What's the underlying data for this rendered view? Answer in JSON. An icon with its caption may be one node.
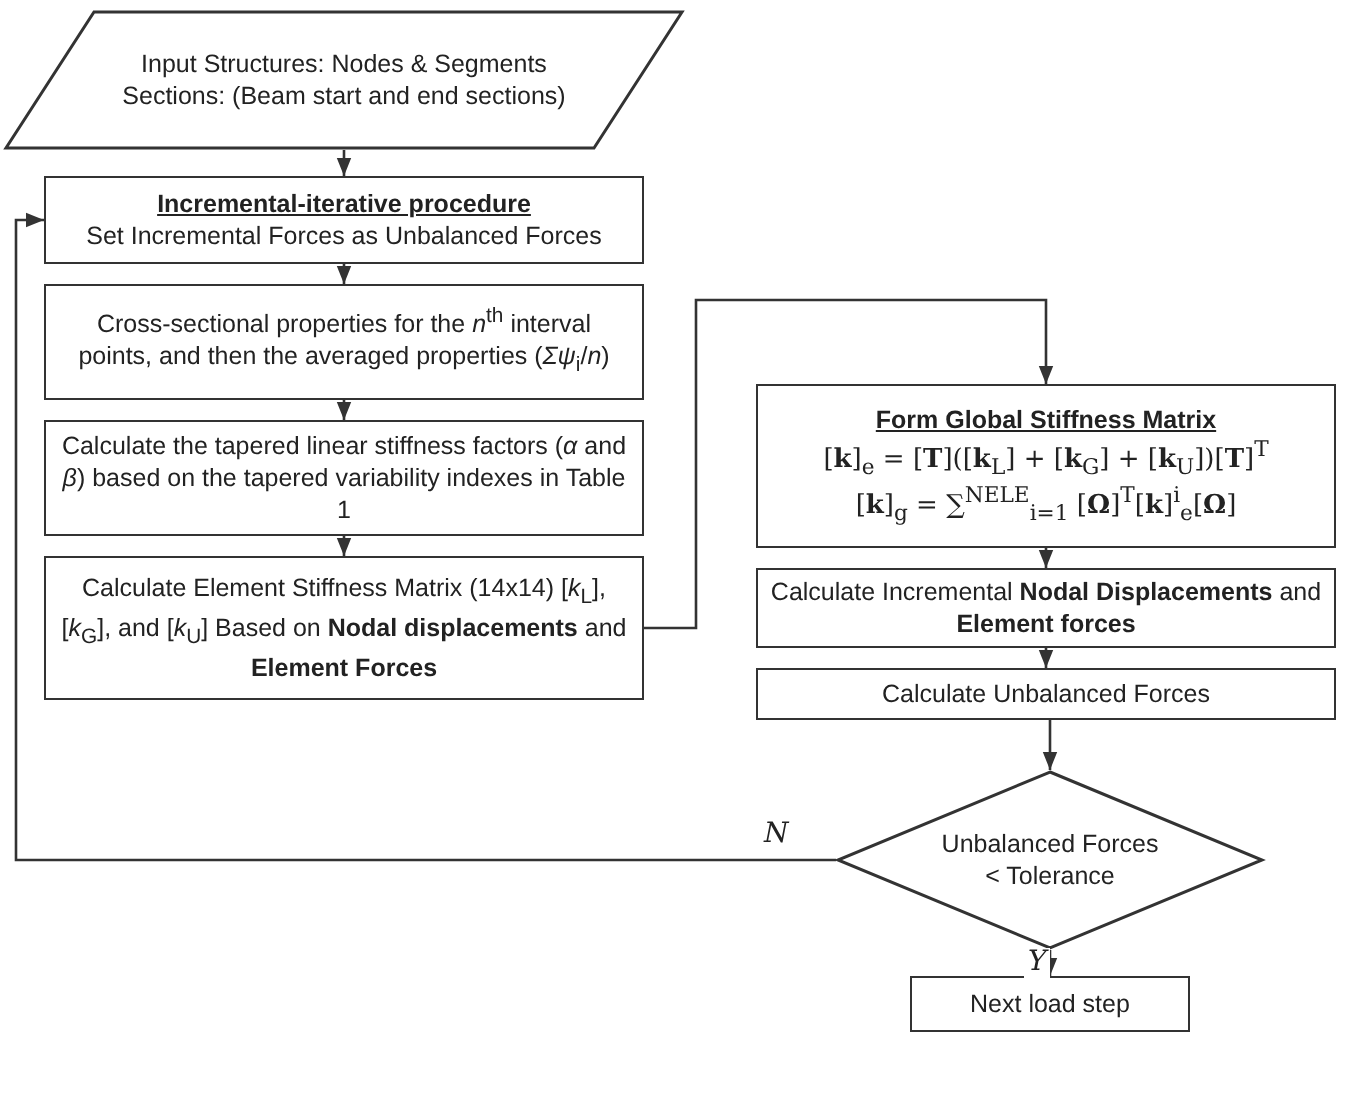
{
  "diagram": {
    "nodes": [
      {
        "text": [
          "Input Structures: Nodes & Segments Sections: (Beam start and end sections)"
        ]
      },
      {
        "text": [
          "Incremental-iterative procedure",
          "Set Incremental Forces as Unbalanced Forces"
        ]
      },
      {
        "text": [
          "Cross-sectional properties for the *n*$^{th}$ interval points, and then the averaged properties (*Σψ*$_{i}$/*n*)"
        ]
      },
      {
        "text": [
          "Calculate the tapered linear stiffness factors (*α* and *β*) based on the tapered variability indexes in Table 1"
        ]
      },
      {
        "text": [
          "Calculate Element Stiffness Matrix (14x14) [*k*$_{L}$], [*k*$_{G}$], and [*k*$_{U}$] Based on **Nodal displacements** and **Element Forces**"
        ]
      },
      {
        "text": [
          "Form Global Stiffness Matrix",
          "[**k**]$_{e}$ = [**T**]([**k**$_{L}$] + [**k**$_{G}$] + [**k**$_{U}$])[**T**]$^{T}$",
          "[**k**]$_{g}$ = ∑$^{NELE}$$_{i=1}$ [**Ω**]$^{T}$[**k**]$^{i}$$_{e}$[**Ω**]"
        ]
      },
      {
        "text": [
          "Calculate Incremental **Nodal Displacements** and **Element forces**"
        ]
      },
      {
        "text": [
          "Calculate Unbalanced Forces"
        ]
      },
      {
        "text": [
          "Unbalanced Forces < Tolerance"
        ]
      },
      {
        "text": [
          "Next load step"
        ]
      }
    ],
    "edges": [
      {
        "from": 0,
        "to": 1,
        "arrow": "to"
      },
      {
        "from": 1,
        "to": 2,
        "arrow": "to"
      },
      {
        "from": 2,
        "to": 3,
        "arrow": "to"
      },
      {
        "from": 3,
        "to": 4,
        "arrow": "to"
      },
      {
        "from": 4,
        "to": 5,
        "arrow": "to"
      },
      {
        "from": 5,
        "to": 6,
        "arrow": "to"
      },
      {
        "from": 6,
        "to": 7,
        "arrow": "to"
      },
      {
        "from": 7,
        "to": 8,
        "arrow": "to"
      },
      {
        "from": 8,
        "to": 9,
        "arrow": "to",
        "label": "Y"
      },
      {
        "from": 8,
        "to": 1,
        "arrow": "to",
        "label": "N"
      }
    ]
  }
}
